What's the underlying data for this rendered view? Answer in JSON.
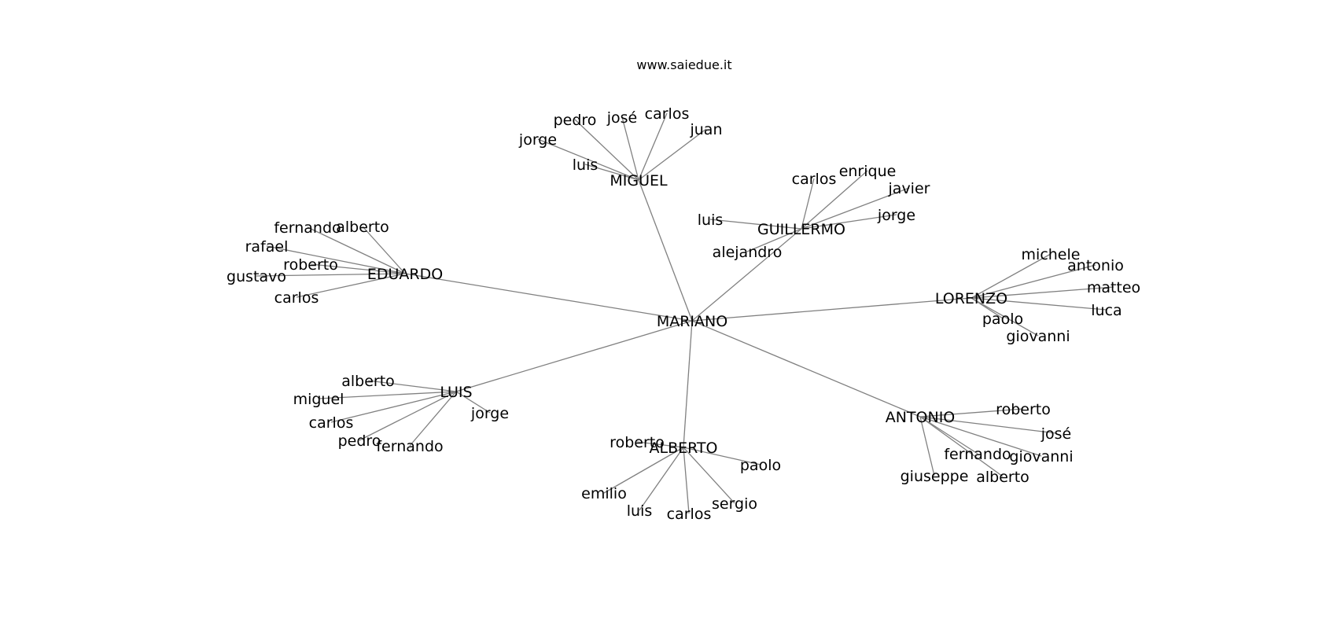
{
  "title": "www.saiedue.it",
  "edge_color": "#808080",
  "label_color": "#000000",
  "root": "MARIANO",
  "groups": [
    {
      "id": "g-miguel",
      "name": "MIGUEL",
      "children": [
        "luis",
        "jorge",
        "pedro",
        "josé",
        "carlos",
        "juan"
      ]
    },
    {
      "id": "g-guillermo",
      "name": "GUILLERMO",
      "children": [
        "luis",
        "alejandro",
        "carlos",
        "enrique",
        "javier",
        "jorge"
      ]
    },
    {
      "id": "g-eduardo",
      "name": "EDUARDO",
      "children": [
        "fernando",
        "alberto",
        "rafael",
        "roberto",
        "gustavo",
        "carlos"
      ]
    },
    {
      "id": "g-lorenzo",
      "name": "LORENZO",
      "children": [
        "michele",
        "antonio",
        "matteo",
        "luca",
        "paolo",
        "giovanni"
      ]
    },
    {
      "id": "g-luis",
      "name": "LUIS",
      "children": [
        "alberto",
        "miguel",
        "carlos",
        "pedro",
        "fernando",
        "jorge"
      ]
    },
    {
      "id": "g-alberto",
      "name": "ALBERTO",
      "children": [
        "roberto",
        "paolo",
        "emilio",
        "luis",
        "carlos",
        "sergio"
      ]
    },
    {
      "id": "g-antonio",
      "name": "ANTONIO",
      "children": [
        "roberto",
        "josé",
        "fernando",
        "giovanni",
        "giuseppe",
        "alberto"
      ]
    }
  ]
}
